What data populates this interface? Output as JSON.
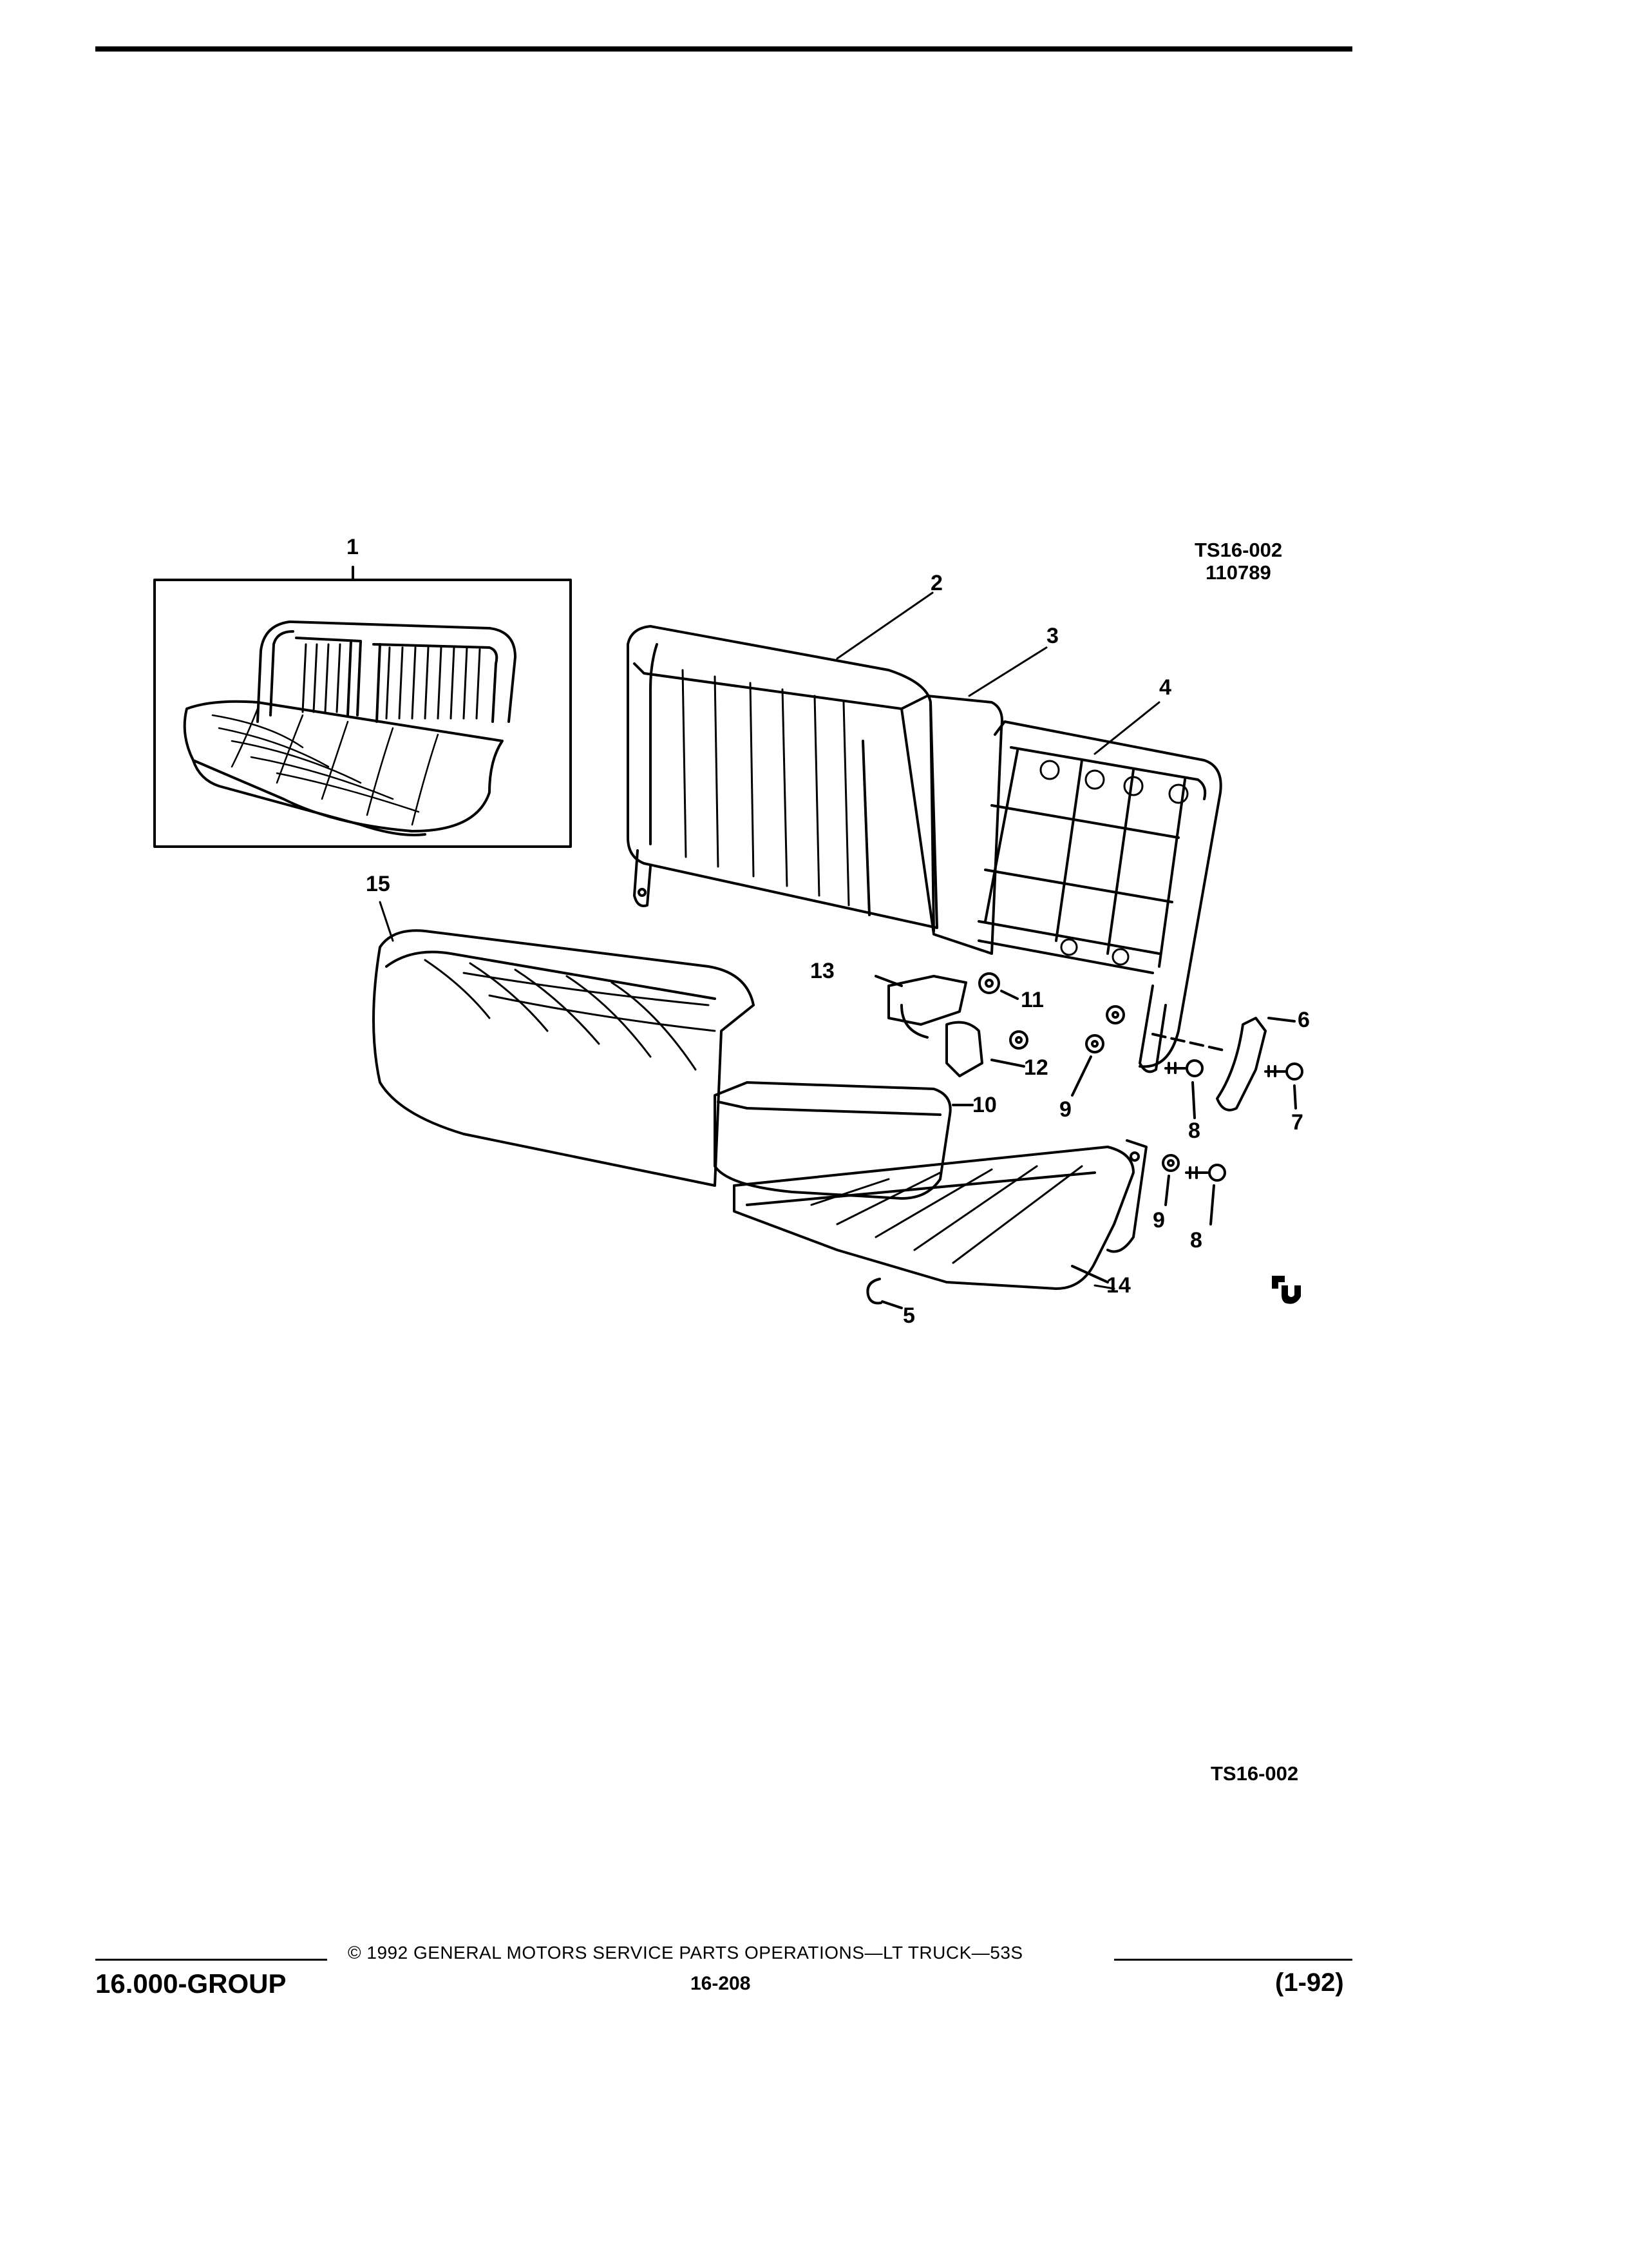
{
  "figure": {
    "code_top": "TS16-002",
    "date_code": "110789",
    "code_bottom": "TS16-002"
  },
  "callouts": [
    "1",
    "2",
    "3",
    "4",
    "5",
    "6",
    "7",
    "8",
    "8",
    "9",
    "9",
    "10",
    "11",
    "12",
    "13",
    "14",
    "15"
  ],
  "footer": {
    "copyright": "© 1992 GENERAL MOTORS SERVICE PARTS OPERATIONS—LT TRUCK—53S",
    "group": "16.000-GROUP",
    "page": "16-208",
    "date": "(1-92)"
  }
}
